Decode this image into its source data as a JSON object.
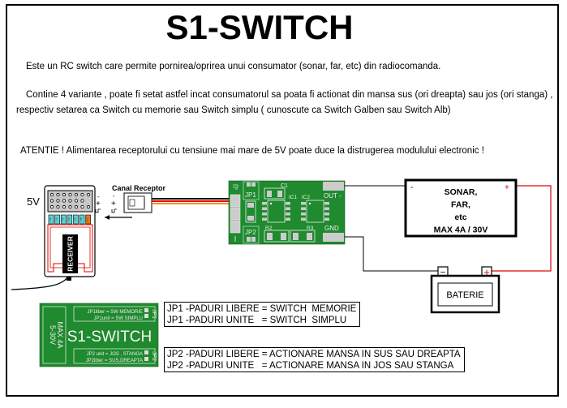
{
  "title": "S1-SWITCH",
  "paragraphs": {
    "intro": "Este un RC switch care permite pornirea/oprirea unui consumator (sonar, far, etc) din radiocomanda.",
    "variants_line1": "Contine 4 variante , poate fi setat astfel incat consumatorul sa poata fi actionat din mansa sus (ori dreapta) sau jos (ori stanga) ,",
    "variants_line2": "respectiv setarea ca Switch cu memorie sau Switch simplu ( cunoscute ca Switch Galben sau Switch Alb)",
    "warning": "ATENTIE ! Alimentarea receptorului cu tensiune mai mare de 5V poate duce la distrugerea modulului electronic !"
  },
  "receiver": {
    "voltage_label": "5V",
    "label": "RECEIVER",
    "pin_symbols": "- + ⎍",
    "channels": [
      "CH1",
      "CH2",
      "CH3",
      "CH4",
      "CH5",
      "CH6",
      "BATT"
    ]
  },
  "connector": {
    "label": "Canal Receptor",
    "wire_colors": [
      "#000000",
      "#e00000",
      "#ff8c00"
    ]
  },
  "pcb": {
    "labels": {
      "jp1": "JP1",
      "jp2": "JP2",
      "c1": "C1",
      "ic1": "IC1",
      "ic2": "IC2",
      "r2": "R2",
      "r3": "R3",
      "out": "OUT -",
      "gnd": "GND"
    },
    "color": "#1f8a2e"
  },
  "load": {
    "minus": "-",
    "plus": "+",
    "lines": [
      "SONAR,",
      "FAR,",
      "etc",
      "MAX 4A / 30V"
    ]
  },
  "battery": {
    "label": "BATERIE",
    "minus": "−",
    "plus": "+"
  },
  "board_label": {
    "title": "S1-SWITCH",
    "rating_line1": "MAX 4A",
    "rating_line2": "5-30V",
    "jp1_free": "JP1liber = SW MEMORIE",
    "jp1_joined": "JP1unit = SW SIMPLU",
    "jp2_joined": "JP2 unit = JOS , STANGA",
    "jp2_free": "JP2liber = SUS,DREAPTA",
    "jp1_tag": "JP1",
    "jp2_tag": "JP2"
  },
  "legend": {
    "jp1": [
      "JP1 -PADURI LIBERE = SWITCH  MEMORIE",
      "JP1 -PADURI UNITE   = SWITCH  SIMPLU"
    ],
    "jp2": [
      "JP2 -PADURI LIBERE = ACTIONARE MANSA IN SUS SAU DREAPTA",
      "JP2 -PADURI UNITE   = ACTIONARE MANSA IN JOS SAU STANGA"
    ]
  },
  "colors": {
    "wire_positive": "#e00000",
    "pcb_green": "#1f8a2e",
    "channel_cyan": "#5fd3d3",
    "battery_channel": "#e07b18"
  }
}
